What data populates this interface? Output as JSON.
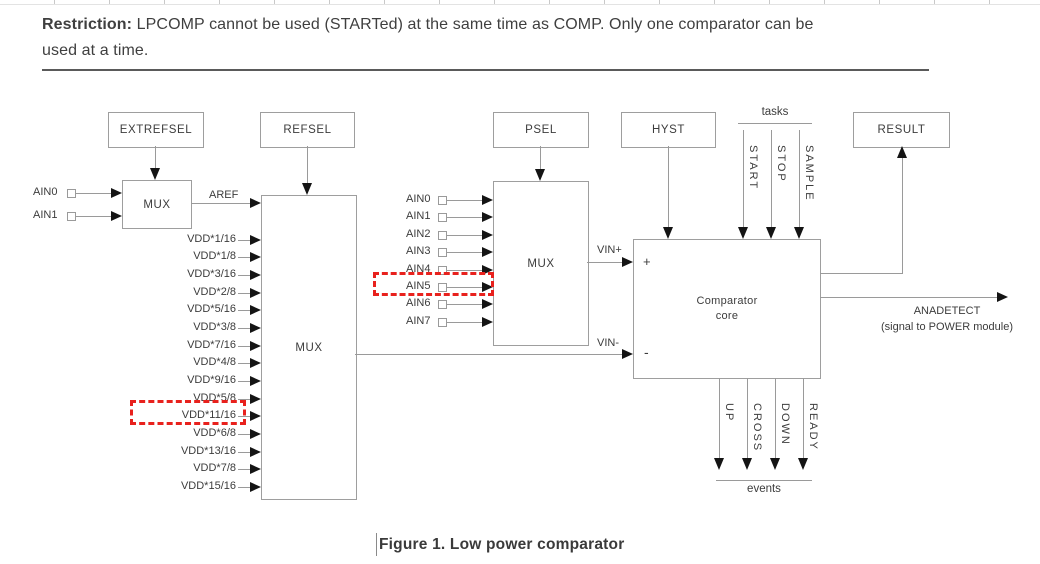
{
  "restriction": {
    "label": "Restriction:",
    "line1_rest": " LPCOMP cannot be used (STARTed) at the same time as COMP. Only one comparator can be",
    "line2": "used at a time."
  },
  "boxes": {
    "extrefsel": "EXTREFSEL",
    "refsel": "REFSEL",
    "psel": "PSEL",
    "hyst": "HYST",
    "result": "RESULT",
    "mux": "MUX",
    "comparator_line1": "Comparator",
    "comparator_line2": "core",
    "plus": "+",
    "minus": "-"
  },
  "left_inputs": [
    "AIN0",
    "AIN1"
  ],
  "aref_label": "AREF",
  "vdd_taps": [
    "VDD*1/16",
    "VDD*1/8",
    "VDD*3/16",
    "VDD*2/8",
    "VDD*5/16",
    "VDD*3/8",
    "VDD*7/16",
    "VDD*4/8",
    "VDD*9/16",
    "VDD*5/8",
    "VDD*11/16",
    "VDD*6/8",
    "VDD*13/16",
    "VDD*7/8",
    "VDD*15/16"
  ],
  "psel_inputs": [
    "AIN0",
    "AIN1",
    "AIN2",
    "AIN3",
    "AIN4",
    "AIN5",
    "AIN6",
    "AIN7"
  ],
  "signals": {
    "vin_plus": "VIN+",
    "vin_minus": "VIN-",
    "anadetect": "ANADETECT",
    "anadetect_sub": "(signal to POWER module)"
  },
  "tasks": {
    "label": "tasks",
    "items": [
      "START",
      "STOP",
      "SAMPLE"
    ]
  },
  "events": {
    "label": "events",
    "items": [
      "UP",
      "CROSS",
      "DOWN",
      "READY"
    ]
  },
  "caption": "Figure 1. Low power comparator",
  "colors": {
    "highlight": "#e8211d",
    "line": "#9a9a9a",
    "arrow": "#141414",
    "text": "#3c3c3c"
  }
}
